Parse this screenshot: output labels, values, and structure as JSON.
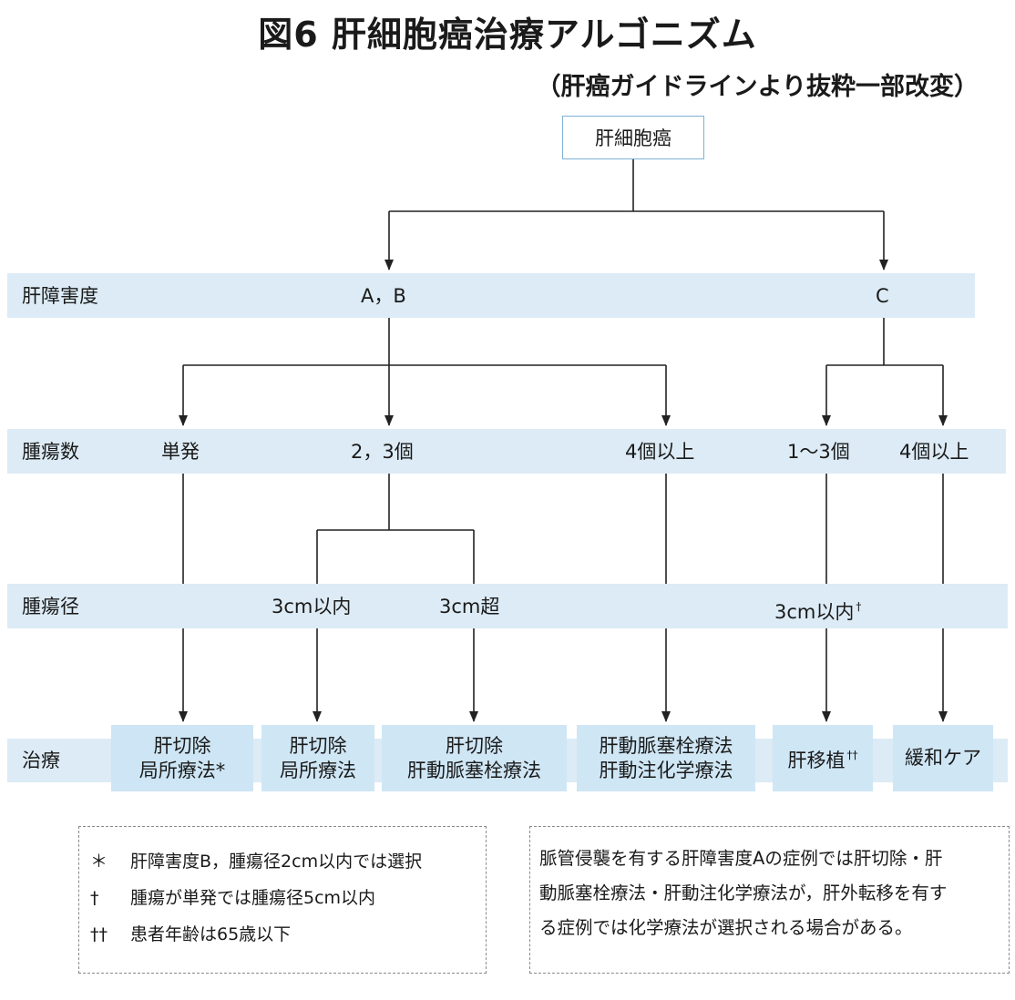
{
  "title": "図6 肝細胞癌治療アルゴニズム",
  "subtitle": "（肝癌ガイドラインより抜粋一部改変）",
  "root": "肝細胞癌",
  "rows": {
    "liver_damage": {
      "label": "肝障害度",
      "ab": "A，B",
      "c": "C"
    },
    "tumor_count": {
      "label": "腫瘍数",
      "single": "単発",
      "two_three": "2，3個",
      "four_plus_ab": "4個以上",
      "one_to_three": "1〜3個",
      "four_plus_c": "4個以上"
    },
    "tumor_size": {
      "label": "腫瘍径",
      "le3_ab": "3cm以内",
      "gt3": "3cm超",
      "le3_c": "3cm以内",
      "le3_c_mark": "†"
    },
    "treatment": {
      "label": "治療",
      "boxes": [
        {
          "lines": [
            "肝切除",
            "局所療法*"
          ]
        },
        {
          "lines": [
            "肝切除",
            "局所療法"
          ]
        },
        {
          "lines": [
            "肝切除",
            "肝動脈塞栓療法"
          ]
        },
        {
          "lines": [
            "肝動脈塞栓療法",
            "肝動注化学療法"
          ]
        },
        {
          "lines": [
            "肝移植"
          ],
          "mark": "††"
        },
        {
          "lines": [
            "緩和ケア"
          ]
        }
      ]
    }
  },
  "notes_left": [
    {
      "mark": "＊",
      "text": "肝障害度B，腫瘍径2cm以内では選択"
    },
    {
      "mark": "†",
      "text": "腫瘍が単発では腫瘍径5cm以内"
    },
    {
      "mark": "††",
      "text": "患者年齢は65歳以下"
    }
  ],
  "notes_right": {
    "lines": [
      "脈管侵襲を有する肝障害度Aの症例では肝切除・肝",
      "動脈塞栓療法・肝動注化学療法が，肝外転移を有す",
      "る症例では化学療法が選択される場合がある。"
    ]
  },
  "colors": {
    "band": "#dcebf5",
    "treatment_box": "#cfe6f5",
    "root_border": "#7fb0d6",
    "line": "#222222"
  }
}
